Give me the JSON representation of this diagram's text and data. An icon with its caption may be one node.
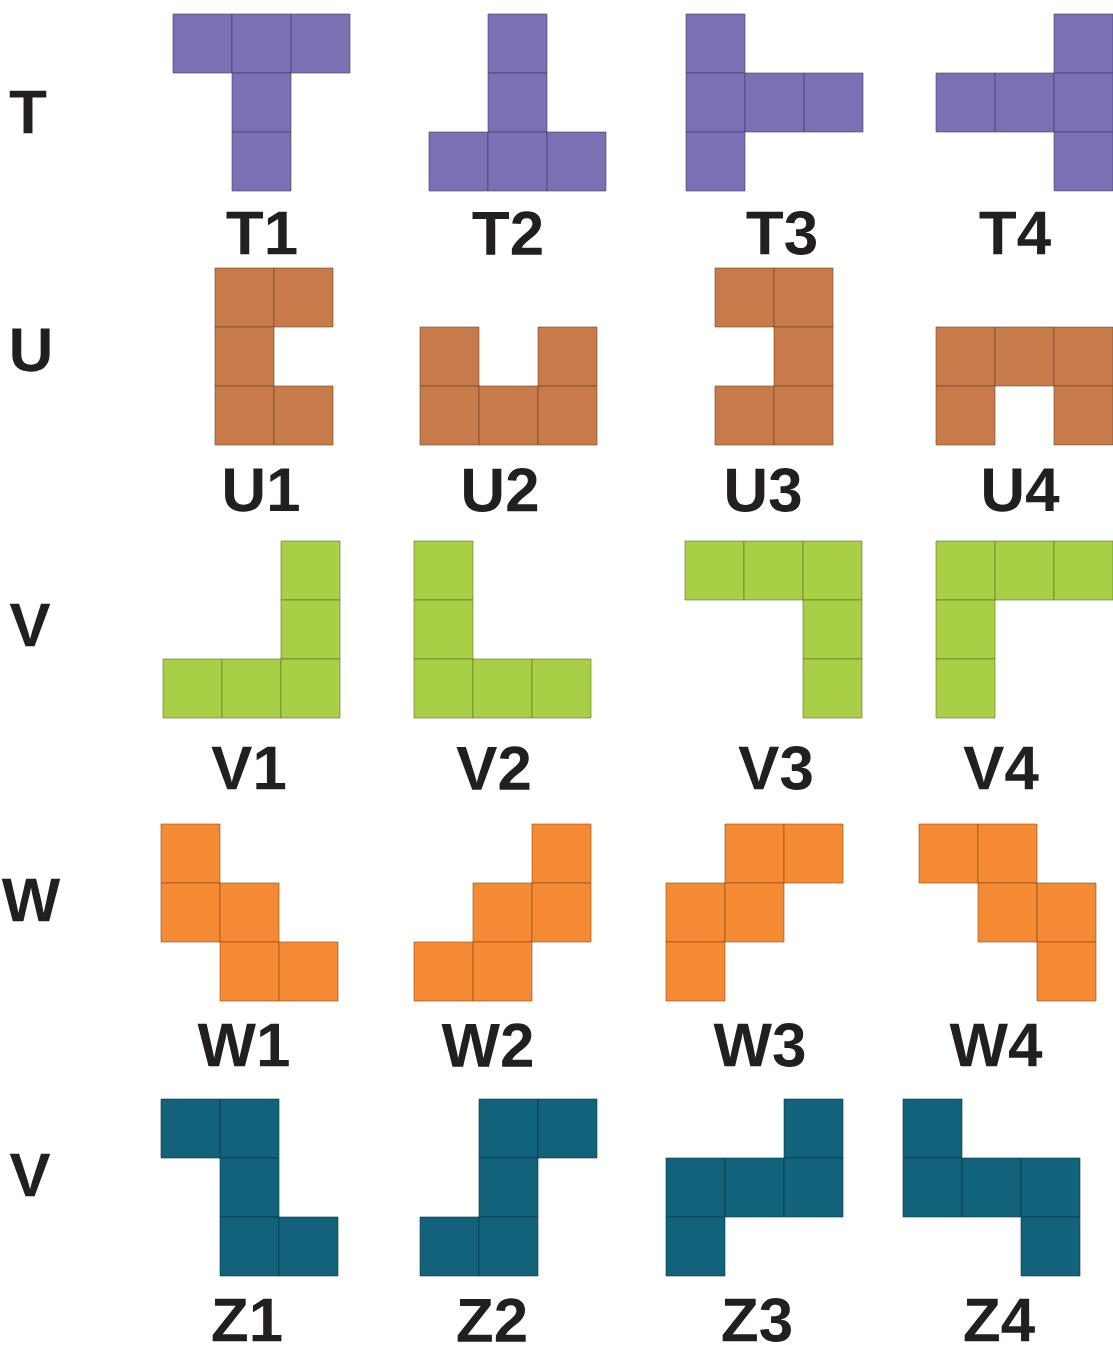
{
  "diagram": {
    "nodes": [
      {
        "text": [
          "T1"
        ]
      },
      {
        "text": [
          "T2"
        ]
      },
      {
        "text": [
          "T3"
        ]
      },
      {
        "text": [
          "T4"
        ]
      },
      {
        "text": [
          "U1"
        ]
      },
      {
        "text": [
          "U2"
        ]
      },
      {
        "text": [
          "U3"
        ]
      },
      {
        "text": [
          "U4"
        ]
      },
      {
        "text": [
          "V1"
        ]
      },
      {
        "text": [
          "V2"
        ]
      },
      {
        "text": [
          "V3"
        ]
      },
      {
        "text": [
          "V4"
        ]
      },
      {
        "text": [
          "W1"
        ]
      },
      {
        "text": [
          "W2"
        ]
      },
      {
        "text": [
          "W3"
        ]
      },
      {
        "text": [
          "W4"
        ]
      },
      {
        "text": [
          "Z1"
        ]
      },
      {
        "text": [
          "Z2"
        ]
      },
      {
        "text": [
          "Z3"
        ]
      },
      {
        "text": [
          "Z4"
        ]
      }
    ],
    "labels": [
      "T",
      "U",
      "V",
      "W",
      "V"
    ]
  }
}
